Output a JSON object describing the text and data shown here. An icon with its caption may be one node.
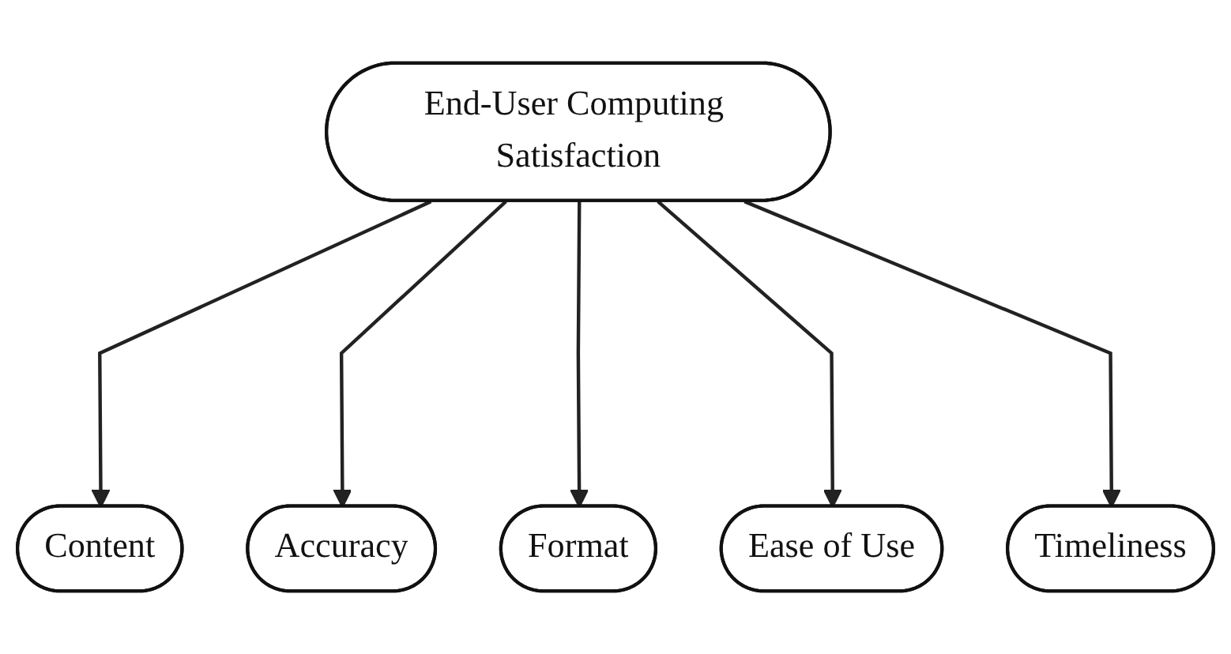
{
  "diagram": {
    "nodes": [
      {
        "text": [
          "End-User Computing Satisfaction"
        ]
      },
      {
        "text": [
          "Content"
        ]
      },
      {
        "text": [
          "Accuracy"
        ]
      },
      {
        "text": [
          "Format"
        ]
      },
      {
        "text": [
          "Ease of Use"
        ]
      },
      {
        "text": [
          "Timeliness"
        ]
      }
    ],
    "edges": [
      {
        "from": 0,
        "to": 1,
        "arrow": "to"
      },
      {
        "from": 0,
        "to": 2,
        "arrow": "to"
      },
      {
        "from": 0,
        "to": 3,
        "arrow": "to"
      },
      {
        "from": 0,
        "to": 4,
        "arrow": "to"
      },
      {
        "from": 0,
        "to": 5,
        "arrow": "to"
      }
    ]
  }
}
